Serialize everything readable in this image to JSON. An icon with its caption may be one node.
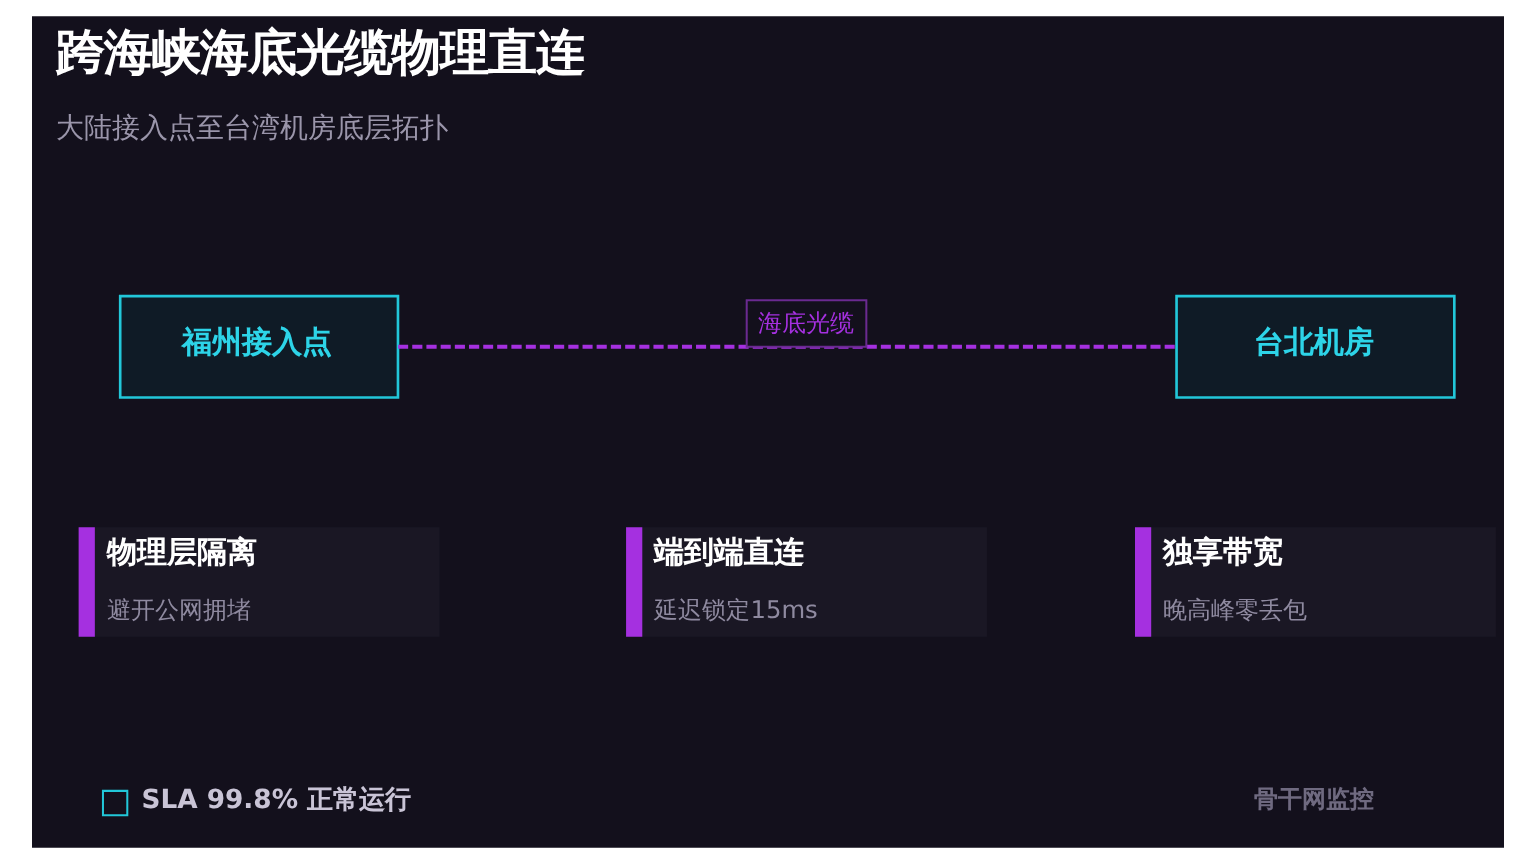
{
  "diagram": {
    "title": "跨海峡海底光缆物理直连",
    "nodes": [
      {
        "text": [
          "福州接入点"
        ]
      },
      {
        "text": [
          "台北机房"
        ]
      },
      {
        "text": [
          "物理层隔离",
          "避开公网拥堵"
        ]
      },
      {
        "text": [
          "端到端直连",
          "延迟锁定15ms"
        ]
      },
      {
        "text": [
          "独享带宽",
          "晚高峰零丢包"
        ]
      }
    ],
    "edges": [
      {
        "from": 0,
        "to": 1,
        "arrow": "none",
        "label": "海底光缆",
        "style": "dashed"
      }
    ],
    "labels": [
      "大陆接入点至台湾机房底层拓扑",
      "SLA 99.8% 正常运行",
      "骨干网监控"
    ]
  }
}
